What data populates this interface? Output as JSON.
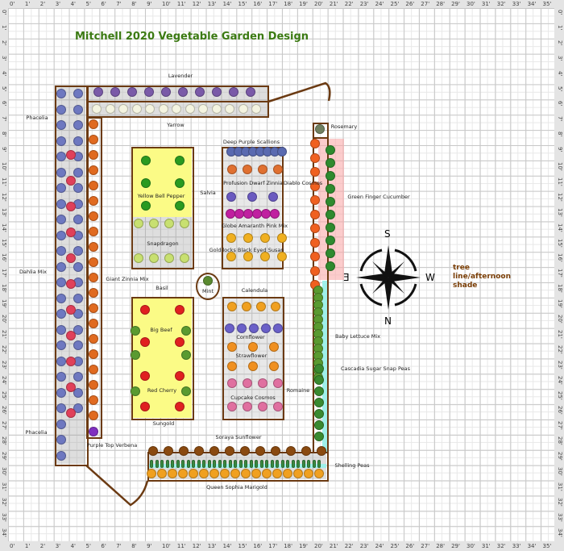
{
  "title": "Mitchell 2020 Vegetable Garden Design",
  "note": "tree line/afternoon shade",
  "compass": {
    "n": "N",
    "s": "S",
    "e": "E",
    "w": "W"
  },
  "ruler": {
    "top": [
      "0'",
      "1'",
      "2'",
      "3'",
      "4'",
      "5'",
      "6'",
      "7'",
      "8'",
      "9'",
      "10'",
      "11'",
      "12'",
      "13'",
      "14'",
      "15'",
      "16'",
      "17'",
      "18'",
      "19'",
      "20'",
      "21'",
      "22'",
      "23'",
      "24'",
      "25'",
      "26'",
      "27'",
      "28'",
      "29'",
      "30'",
      "31'",
      "32'",
      "33'",
      "34'",
      "35'"
    ],
    "side": [
      "0'",
      "1'",
      "2'",
      "3'",
      "4'",
      "5'",
      "6'",
      "7'",
      "8'",
      "9'",
      "10'",
      "11'",
      "12'",
      "13'",
      "14'",
      "15'",
      "16'",
      "17'",
      "18'",
      "19'",
      "20'",
      "21'",
      "22'",
      "23'",
      "24'",
      "25'",
      "26'",
      "27'",
      "28'",
      "29'",
      "30'",
      "31'",
      "32'",
      "33'",
      "34'"
    ]
  },
  "labels": [
    "Lavender",
    "Phacelia",
    "Yarrow",
    "Rosemary",
    "Deep Purple Scallions",
    "Profusion Dwarf Zinnia",
    "Diablo Cosmos",
    "Salvia",
    "Yellow Bell Pepper",
    "Green Finger Cucumber",
    "Globe Amaranth Pink Mix",
    "Snapdragon",
    "Goldilocks Black Eyed Susan",
    "Dahlia Mix",
    "Giant Zinnia Mix",
    "Basil",
    "Mint",
    "Calendula",
    "Big Beef",
    "Cornflower",
    "Baby Lettuce Mix",
    "Strawflower",
    "Cascadia Sugar Snap Peas",
    "Red Cherry",
    "Romaine",
    "Cupcake Cosmos",
    "Sungold",
    "Phacelia",
    "Purple Top Verbena",
    "Soraya Sunflower",
    "Shelling Peas",
    "Queen Sophia Marigold"
  ],
  "colors": {
    "title": "#3b7a12",
    "bed_border": "#6b3a12",
    "note": "#7a3e06"
  }
}
